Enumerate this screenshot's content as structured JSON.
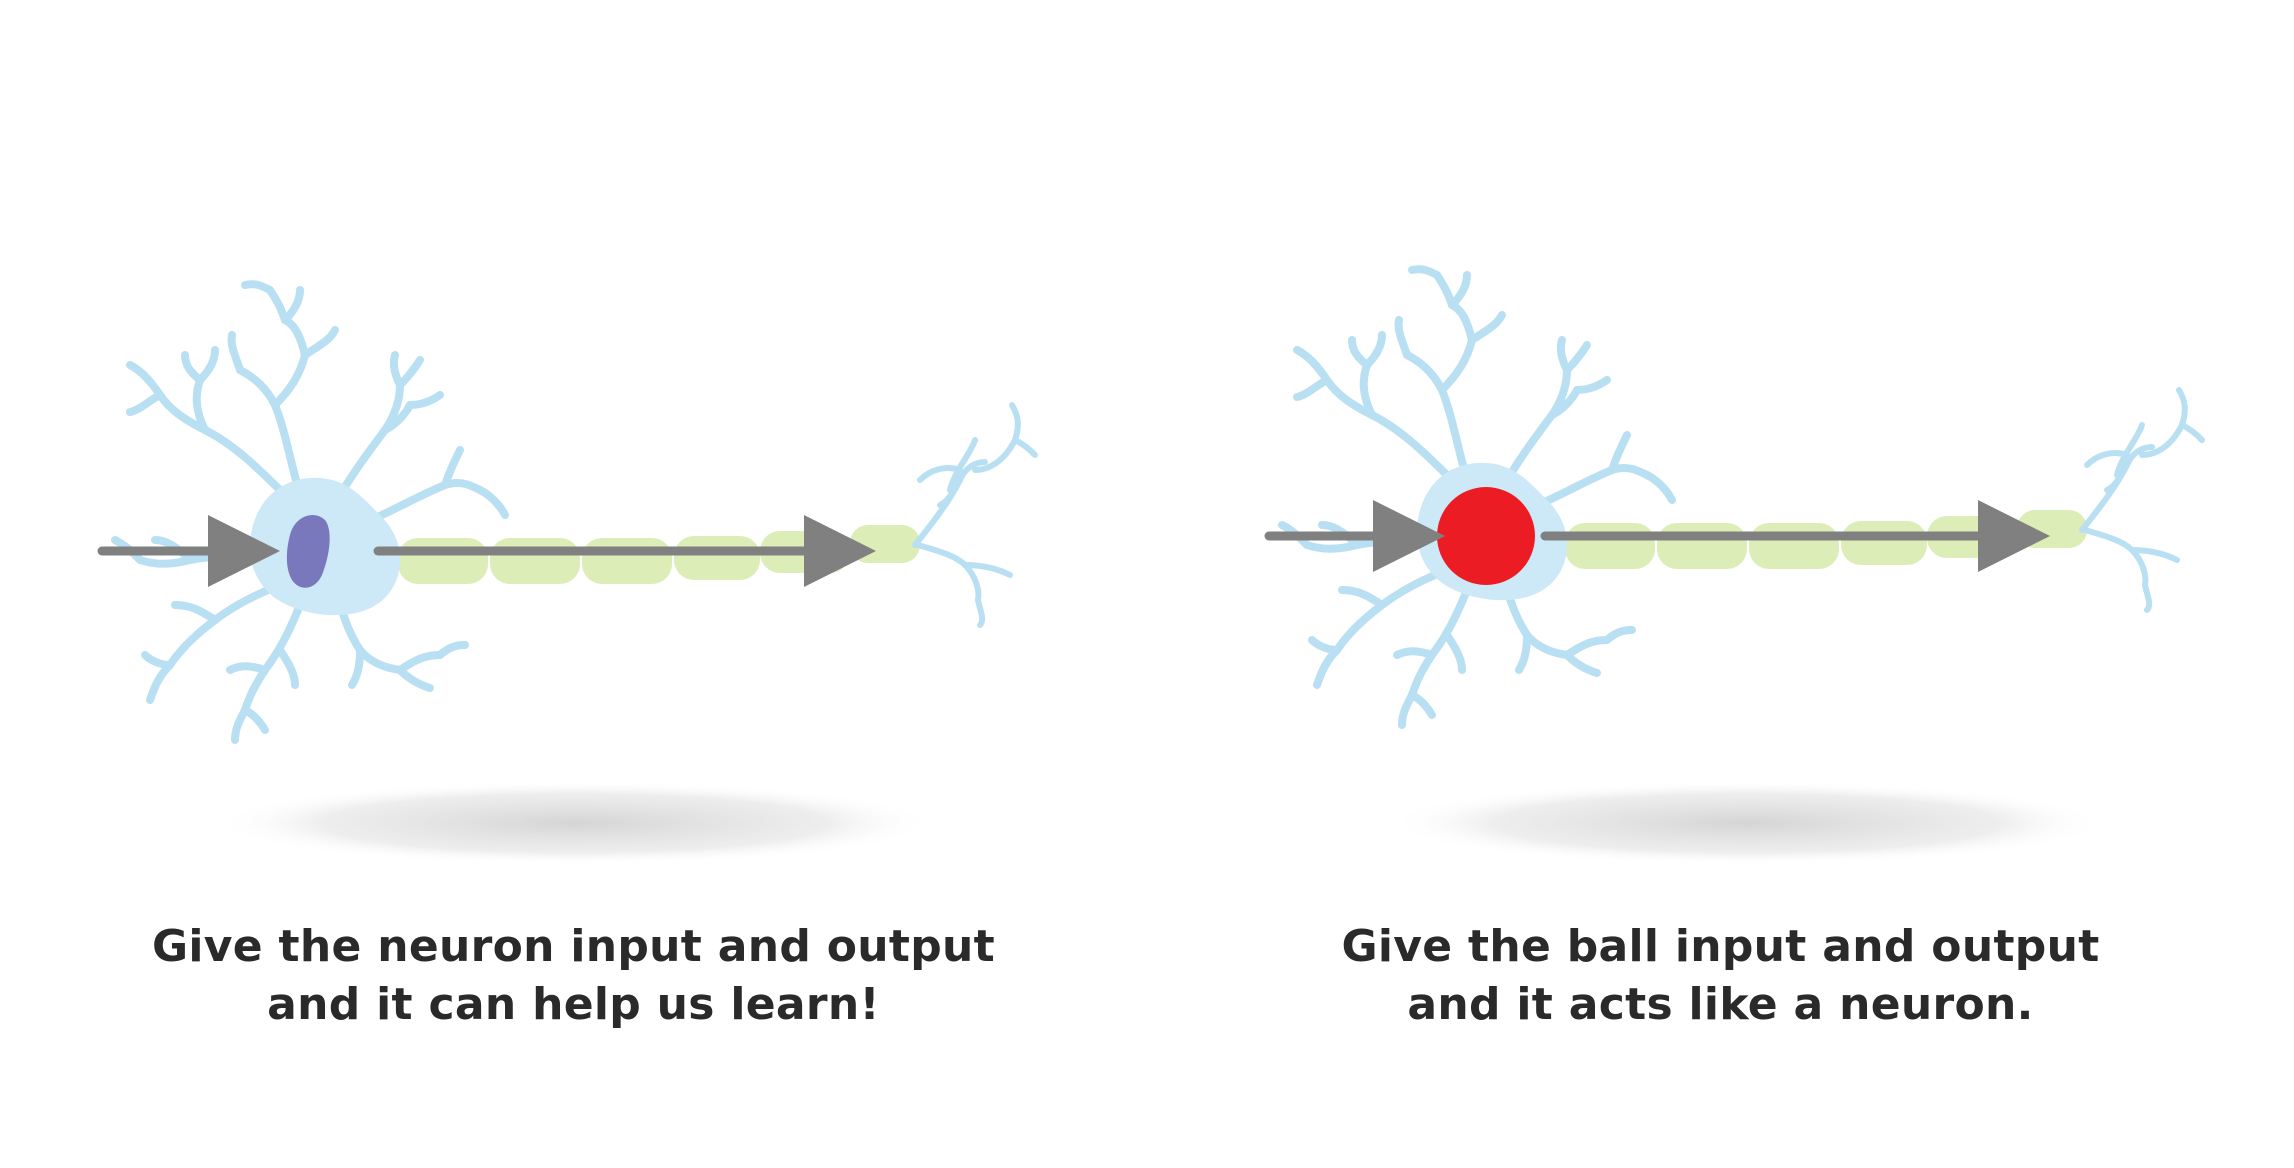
{
  "panels": {
    "left": {
      "caption_line1": "Give the neuron input and output",
      "caption_line2": "and it can help us learn!"
    },
    "right": {
      "caption_line1": "Give the ball input and output",
      "caption_line2": "and it acts like a neuron."
    }
  },
  "colors": {
    "neuron_body": "#cde9f8",
    "dendrite": "#b9dff2",
    "myelin": "#dcedb8",
    "nucleus": "#7a78bd",
    "ball": "#ec1c24",
    "arrow": "#808080",
    "shadow": "#d9d9d9",
    "caption_text": "#2a2a2a"
  },
  "icons": {
    "input_arrow": "arrow-right-icon",
    "output_arrow": "arrow-right-icon"
  }
}
